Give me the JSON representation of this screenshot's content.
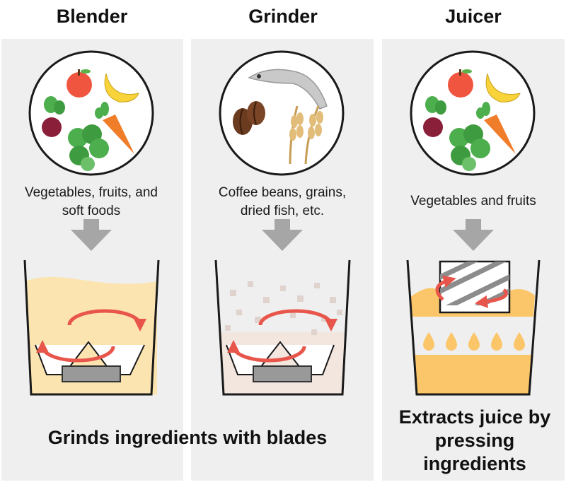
{
  "columns": [
    {
      "title": "Blender",
      "ingredients": "Vegetables, fruits, and soft foods"
    },
    {
      "title": "Grinder",
      "ingredients": "Coffee beans, grains, dried fish, etc."
    },
    {
      "title": "Juicer",
      "ingredients": "Vegetables and fruits"
    }
  ],
  "summaries": {
    "blade": "Grinds ingredients with blades",
    "juicer": "Extracts juice by pressing ingredients"
  },
  "colors": {
    "panel": "#efefef",
    "arrow": "#e8554a",
    "down_arrow": "#a6a6a6",
    "blender_liquid": "#fbe4b0",
    "grinder_liquid": "#f2e6df",
    "juice": "#fbc66a"
  }
}
